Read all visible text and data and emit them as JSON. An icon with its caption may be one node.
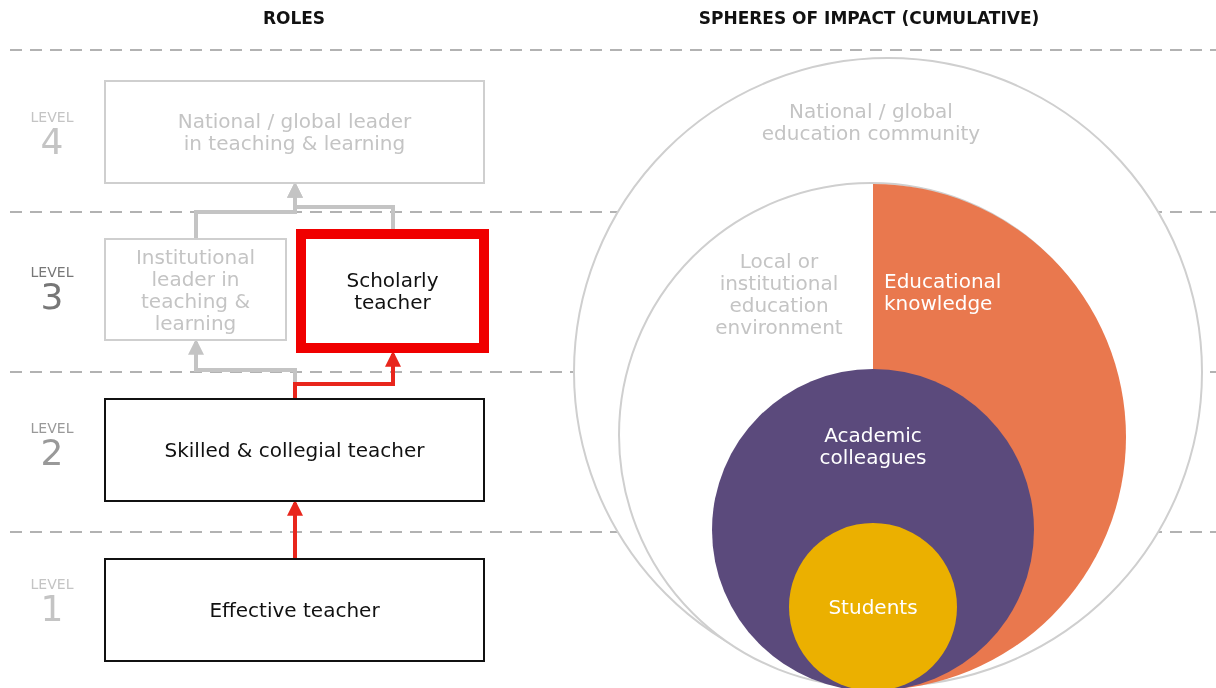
{
  "diagram": {
    "nodes": [
      {
        "text": [
          "National / global leader in teaching & learning"
        ]
      },
      {
        "text": [
          "Institutional leader in teaching & learning"
        ]
      },
      {
        "text": [
          "Scholarly teacher"
        ]
      },
      {
        "text": [
          "Skilled & collegial teacher"
        ]
      },
      {
        "text": [
          "Effective teacher"
        ]
      },
      {
        "text": [
          "National / global education community"
        ]
      },
      {
        "text": [
          "Local or institutional education environment"
        ],
        "in": 5
      },
      {
        "text": [
          "Educational knowledge"
        ],
        "in": 6
      },
      {
        "text": [
          "Academic colleagues"
        ],
        "in": 6
      },
      {
        "text": [
          "Students"
        ],
        "in": 8
      }
    ],
    "edges": [
      {
        "from": 4,
        "to": 3,
        "arrow": "to",
        "color": "#e8261c"
      },
      {
        "from": 3,
        "to": 2,
        "arrow": "to",
        "color": "#e8261c"
      },
      {
        "from": 3,
        "to": 1,
        "arrow": "to"
      },
      {
        "from": 1,
        "to": 0,
        "arrow": "to"
      },
      {
        "from": 2,
        "to": 0,
        "arrow": "to"
      }
    ],
    "labels": [
      "ROLES",
      "SPHERES OF IMPACT (CUMULATIVE)",
      "LEVEL",
      "4",
      "LEVEL",
      "3",
      "LEVEL",
      "2",
      "LEVEL",
      "1"
    ]
  }
}
